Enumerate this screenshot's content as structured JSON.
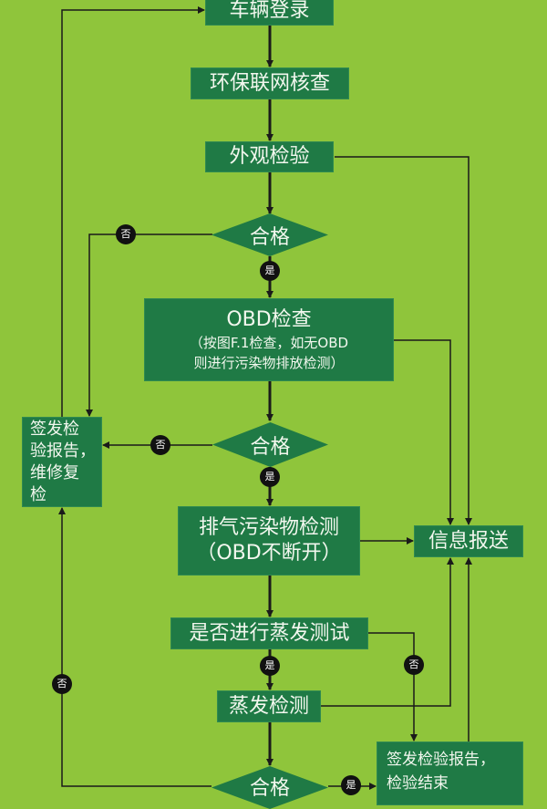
{
  "colors": {
    "background": "#8fc53b",
    "box": "#1f7a45",
    "text": "#f2f7ee",
    "line": "#1a1a1a"
  },
  "nodes": {
    "vehicle_login": "车辆登录",
    "network_check": "环保联网核查",
    "appearance_check": "外观检验",
    "qualified_1": "合格",
    "obd_check": {
      "title": "OBD检查",
      "line1": "（按图F.1检查，如无OBD",
      "line2": "则进行污染物排放检测）"
    },
    "qualified_2": "合格",
    "repair_report": {
      "line1": "签发检",
      "line2": "验报告，",
      "line3": "维修复",
      "line4": "检"
    },
    "exhaust_test": {
      "line1": "排气污染物检测",
      "line2": "（OBD不断开）"
    },
    "info_report": "信息报送",
    "evap_decision": "是否进行蒸发测试",
    "evap_test": "蒸发检测",
    "qualified_3": "合格",
    "final_report": {
      "line1": "签发检验报告，",
      "line2": "检验结束"
    }
  },
  "labels": {
    "yes": "是",
    "no": "否"
  }
}
